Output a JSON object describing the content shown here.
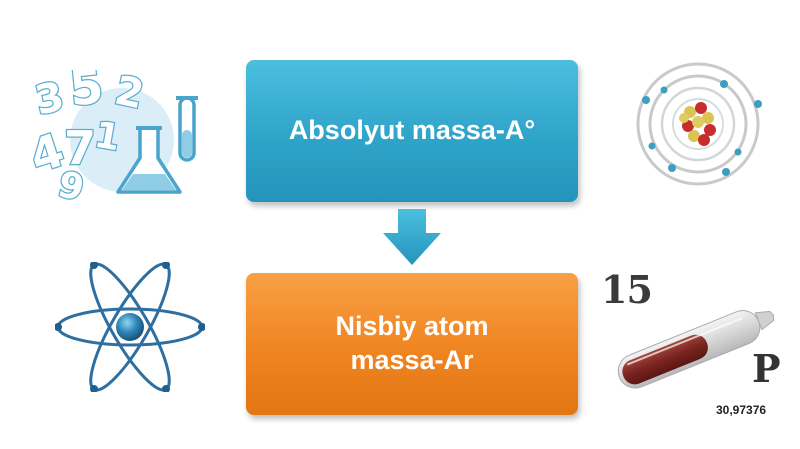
{
  "boxes": {
    "absolute_mass": "Absolyut massa-A°",
    "relative_mass": "Nisbiy atom massa-Ar"
  },
  "numbers_digits": [
    "3",
    "5",
    "2",
    "4",
    "7",
    "1",
    "9"
  ],
  "element": {
    "atomic_number": "15",
    "symbol": "P",
    "atomic_mass": "30,97376"
  },
  "icons": [
    "numbers-flask-icon",
    "atom-nucleus-icon",
    "atom-orbit-icon",
    "phosphorus-tube-icon",
    "down-arrow-icon"
  ],
  "colors": {
    "top_box": "#2fa4c9",
    "bottom_box": "#ef8420",
    "arrow": "#2fa4c9"
  }
}
